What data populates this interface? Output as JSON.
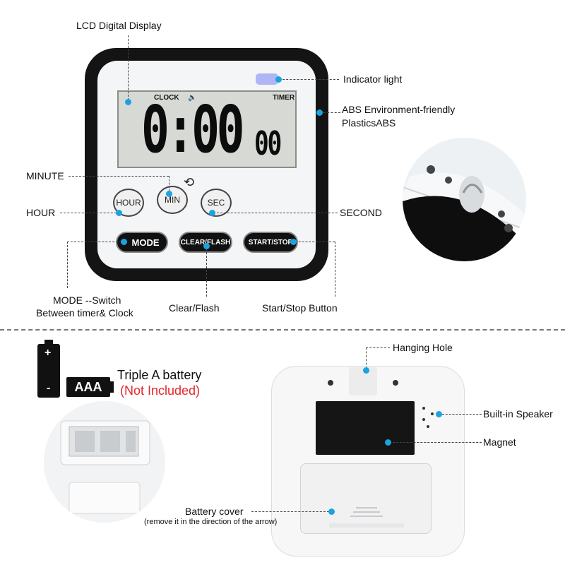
{
  "device": {
    "lcd": {
      "clock_label": "CLOCK",
      "timer_label": "TIMER",
      "speaker_glyph": "🔈",
      "digits_main": "0:00",
      "digits_small": "00"
    },
    "buttons": {
      "hour": "HOUR",
      "min": "MIN",
      "sec": "SEC",
      "mode": "MODE",
      "clear": "CLEAR/FLASH",
      "start": "START/STOP"
    },
    "cycle_glyph": "⟲"
  },
  "labels": {
    "lcd": "LCD Digital Display",
    "indicator": "Indicator light",
    "abs_line1": "ABS Environment-friendly",
    "abs_line2": "PlasticsABS",
    "minute": "MINUTE",
    "hour": "HOUR",
    "second": "SECOND",
    "mode_line1": "MODE --Switch",
    "mode_line2": "Between timer& Clock",
    "clear": "Clear/Flash",
    "start": "Start/Stop Button",
    "hanging": "Hanging Hole",
    "speaker": "Built-in Speaker",
    "magnet": "Magnet",
    "battery_cover": "Battery cover",
    "battery_cover_note": "(remove it in the direction of the arrow)"
  },
  "battery": {
    "plus": "+",
    "minus": "-",
    "type": "AAA",
    "title": "Triple A battery",
    "note": "(Not Included)"
  },
  "colors": {
    "accent_dot": "#1ba3e0",
    "note_red": "#e3262b",
    "indicator": "#aeb6f5"
  }
}
